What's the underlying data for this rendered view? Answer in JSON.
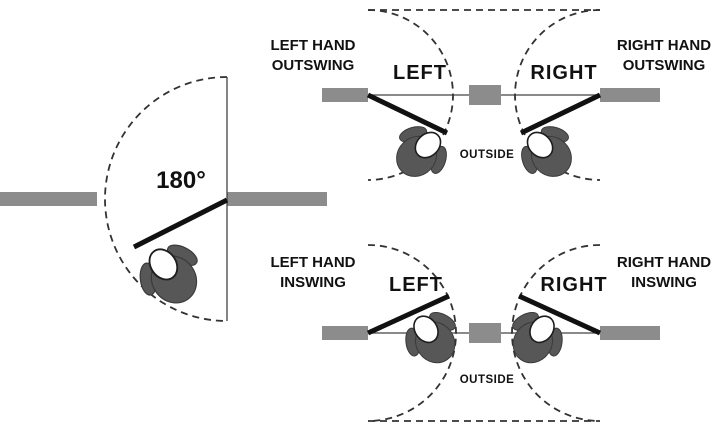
{
  "colors": {
    "wall": "#8c8c8c",
    "door": "#111111",
    "arc": "#333333",
    "person_body": "#575757",
    "background": "#ffffff"
  },
  "main_diagram": {
    "angle_label": "180°"
  },
  "outswing": {
    "left": {
      "caption_line1": "LEFT HAND",
      "caption_line2": "OUTSWING",
      "door_label": "LEFT"
    },
    "right": {
      "caption_line1": "RIGHT HAND",
      "caption_line2": "OUTSWING",
      "door_label": "RIGHT"
    },
    "outside_label": "OUTSIDE"
  },
  "inswing": {
    "left": {
      "caption_line1": "LEFT HAND",
      "caption_line2": "INSWING",
      "door_label": "LEFT"
    },
    "right": {
      "caption_line1": "RIGHT HAND",
      "caption_line2": "INSWING",
      "door_label": "RIGHT"
    },
    "outside_label": "OUTSIDE"
  }
}
